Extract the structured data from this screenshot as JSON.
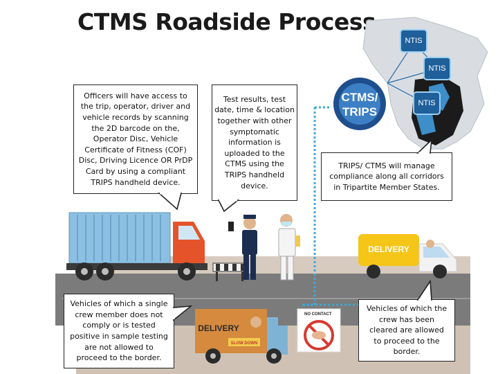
{
  "title": "CTMS Roadside Process",
  "bubbles": {
    "officers": {
      "lines": [
        "Officers will have access to",
        "the trip, operator, driver and",
        "vehicle records by scanning",
        "the 2D barcode on the,",
        "Operator Disc, Vehicle",
        "Certificate of Fitness (COF)",
        "Disc, Driving Licence OR PrDP",
        "Card by using a compliant",
        "TRIPS handheld device."
      ]
    },
    "test_results": {
      "lines": [
        "Test results, test",
        "date, time & location",
        "together with other",
        "symptomatic",
        "information is",
        "uploaded to the",
        "CTMS using the",
        "TRIPS handheld",
        "device."
      ]
    },
    "trips_manage": {
      "lines": [
        "TRIPS/ CTMS will manage",
        "compliance along all corridors",
        "in Tripartite Member States."
      ]
    },
    "not_allowed": {
      "lines": [
        "Vehicles of which a single",
        "crew member does not",
        "comply or is tested",
        "positive in sample testing",
        "are not allowed to",
        "proceed to the border."
      ]
    },
    "allowed": {
      "lines": [
        "Vehicles of which the",
        "crew has been",
        "cleared are allowed",
        "to proceed to the",
        "border."
      ]
    }
  },
  "map": {
    "ntis_labels": [
      "NTIS",
      "NTIS",
      "NTIS"
    ]
  },
  "logo": {
    "line1": "CTMS/",
    "line2": "TRIPS"
  },
  "signs": {
    "delivery_right": "DELIVERY",
    "delivery_left": "DELIVERY",
    "no_contact": "NO CONTACT",
    "slow_down": "SLOW DOWN"
  },
  "colors": {
    "road": "#7b7b7b",
    "dotted_line": "#3fa9d6",
    "truck_cab": "#e4532a",
    "container": "#8cc0e3",
    "van_orange": "#d58a3e",
    "van_blue": "#7fb3d5",
    "ntis_fill": "#1f5f9a",
    "logo_fill": "#1f4e8c"
  }
}
